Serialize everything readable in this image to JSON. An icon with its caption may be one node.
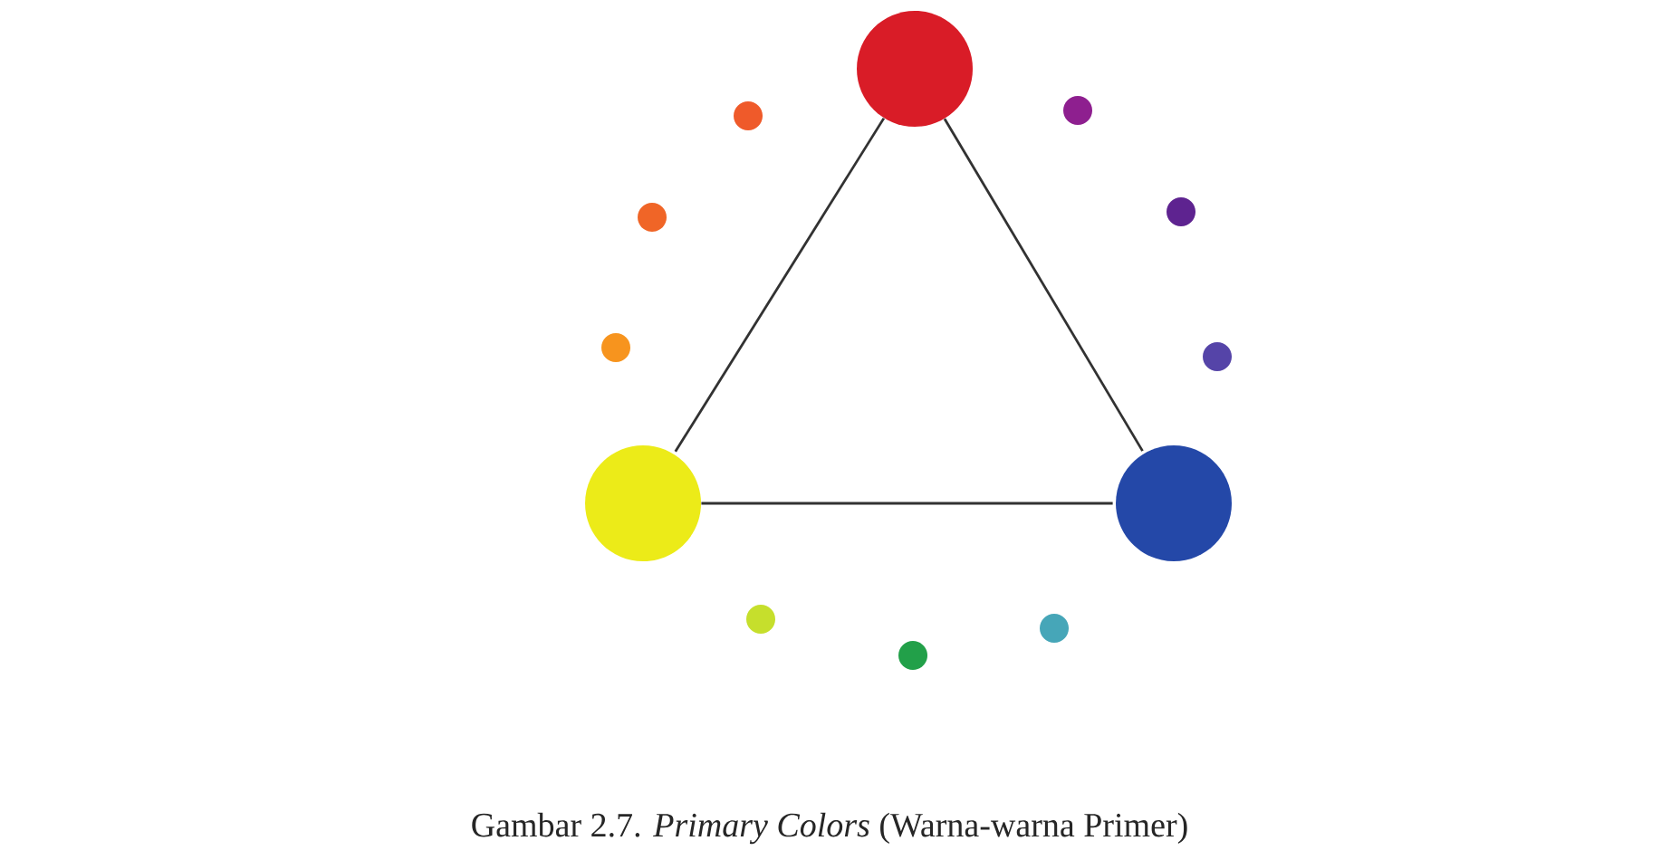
{
  "diagram": {
    "caption": "Gambar 2.7. *Primary Colors* (Warna-warna Primer)",
    "nodes": [
      {
        "text": [],
        "shape": "circle"
      },
      {
        "text": [],
        "shape": "circle"
      },
      {
        "text": [],
        "shape": "circle"
      },
      {
        "text": [],
        "shape": "circle"
      },
      {
        "text": [],
        "shape": "circle"
      },
      {
        "text": [],
        "shape": "circle"
      },
      {
        "text": [],
        "shape": "circle"
      },
      {
        "text": [],
        "shape": "circle"
      },
      {
        "text": [],
        "shape": "circle"
      },
      {
        "text": [],
        "shape": "circle"
      },
      {
        "text": [],
        "shape": "circle"
      },
      {
        "text": [],
        "shape": "circle"
      }
    ],
    "edges": [
      {
        "from": 0,
        "to": 1,
        "arrow": "none"
      },
      {
        "from": 0,
        "to": 2,
        "arrow": "none"
      },
      {
        "from": 1,
        "to": 2,
        "arrow": "none"
      }
    ]
  }
}
